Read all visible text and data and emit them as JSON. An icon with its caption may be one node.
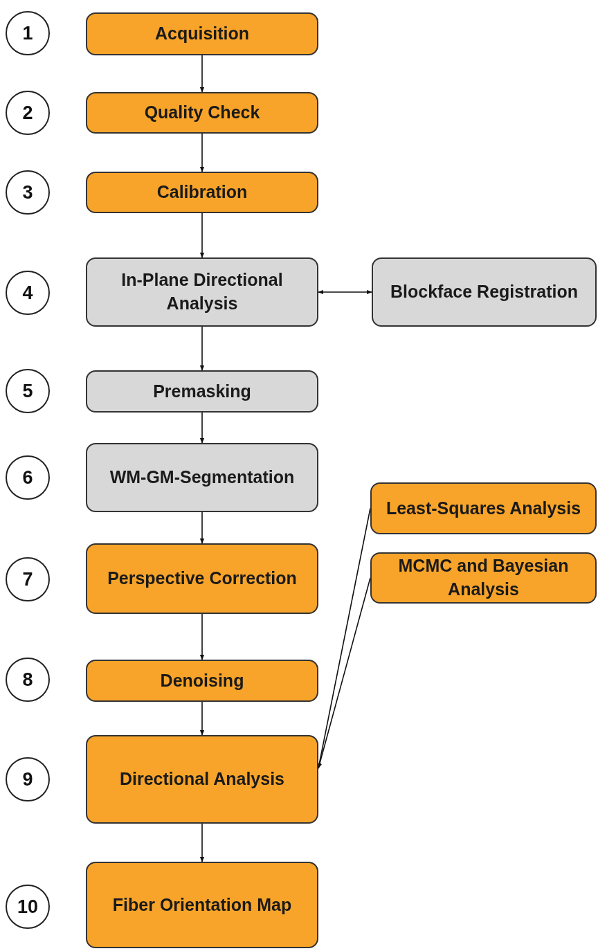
{
  "diagram": {
    "nodes": [
      {
        "text": [
          "1"
        ]
      },
      {
        "text": [
          "Acquisition"
        ]
      },
      {
        "text": [
          "2"
        ]
      },
      {
        "text": [
          "Quality Check"
        ]
      },
      {
        "text": [
          "3"
        ]
      },
      {
        "text": [
          "Calibration"
        ]
      },
      {
        "text": [
          "4"
        ]
      },
      {
        "text": [
          "In-Plane Directional Analysis"
        ]
      },
      {
        "text": [
          "Blockface Registration"
        ]
      },
      {
        "text": [
          "5"
        ]
      },
      {
        "text": [
          "Premasking"
        ]
      },
      {
        "text": [
          "6"
        ]
      },
      {
        "text": [
          "WM-GM-Segmentation"
        ]
      },
      {
        "text": [
          "7"
        ]
      },
      {
        "text": [
          "Perspective Correction"
        ]
      },
      {
        "text": [
          "8"
        ]
      },
      {
        "text": [
          "Denoising"
        ]
      },
      {
        "text": [
          "9"
        ]
      },
      {
        "text": [
          "Directional Analysis"
        ]
      },
      {
        "text": [
          "Least-Squares Analysis"
        ]
      },
      {
        "text": [
          "MCMC and Bayesian Analysis"
        ]
      },
      {
        "text": [
          "10"
        ]
      },
      {
        "text": [
          "Fiber Orientation Map"
        ]
      }
    ],
    "edges": [
      {
        "from": 1,
        "to": 3,
        "arrow": "to"
      },
      {
        "from": 3,
        "to": 5,
        "arrow": "to"
      },
      {
        "from": 5,
        "to": 7,
        "arrow": "to"
      },
      {
        "from": 7,
        "to": 8,
        "arrow": "both"
      },
      {
        "from": 7,
        "to": 10,
        "arrow": "to"
      },
      {
        "from": 10,
        "to": 12,
        "arrow": "to"
      },
      {
        "from": 12,
        "to": 14,
        "arrow": "to"
      },
      {
        "from": 14,
        "to": 16,
        "arrow": "to"
      },
      {
        "from": 16,
        "to": 18,
        "arrow": "to"
      },
      {
        "from": 19,
        "to": 18,
        "arrow": "to"
      },
      {
        "from": 20,
        "to": 18,
        "arrow": "to"
      },
      {
        "from": 18,
        "to": 22,
        "arrow": "to"
      }
    ]
  }
}
